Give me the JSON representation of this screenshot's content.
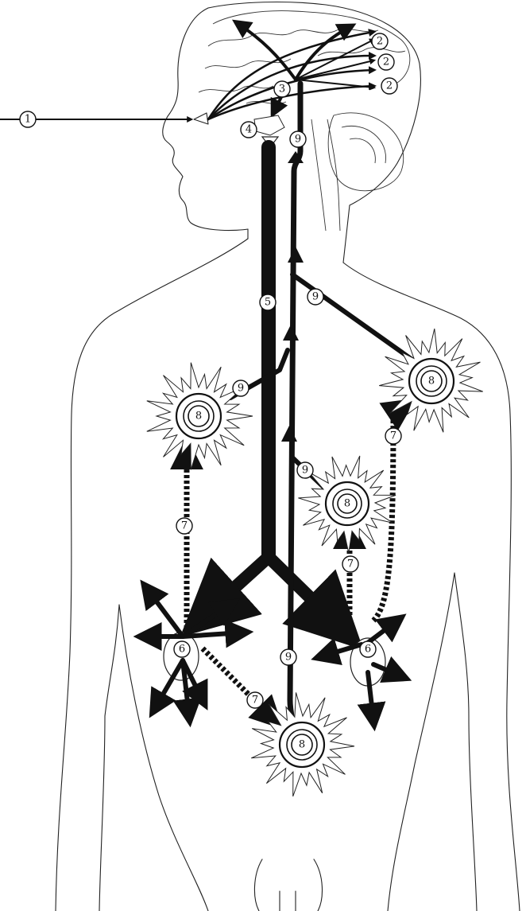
{
  "diagram": {
    "colors": {
      "ink": "#111111",
      "paper": "#ffffff"
    },
    "labels": {
      "n1": "1",
      "n2": "2",
      "n3": "3",
      "n4": "4",
      "n5": "5",
      "n6": "6",
      "n7": "7",
      "n8": "8",
      "n9": "9"
    }
  }
}
